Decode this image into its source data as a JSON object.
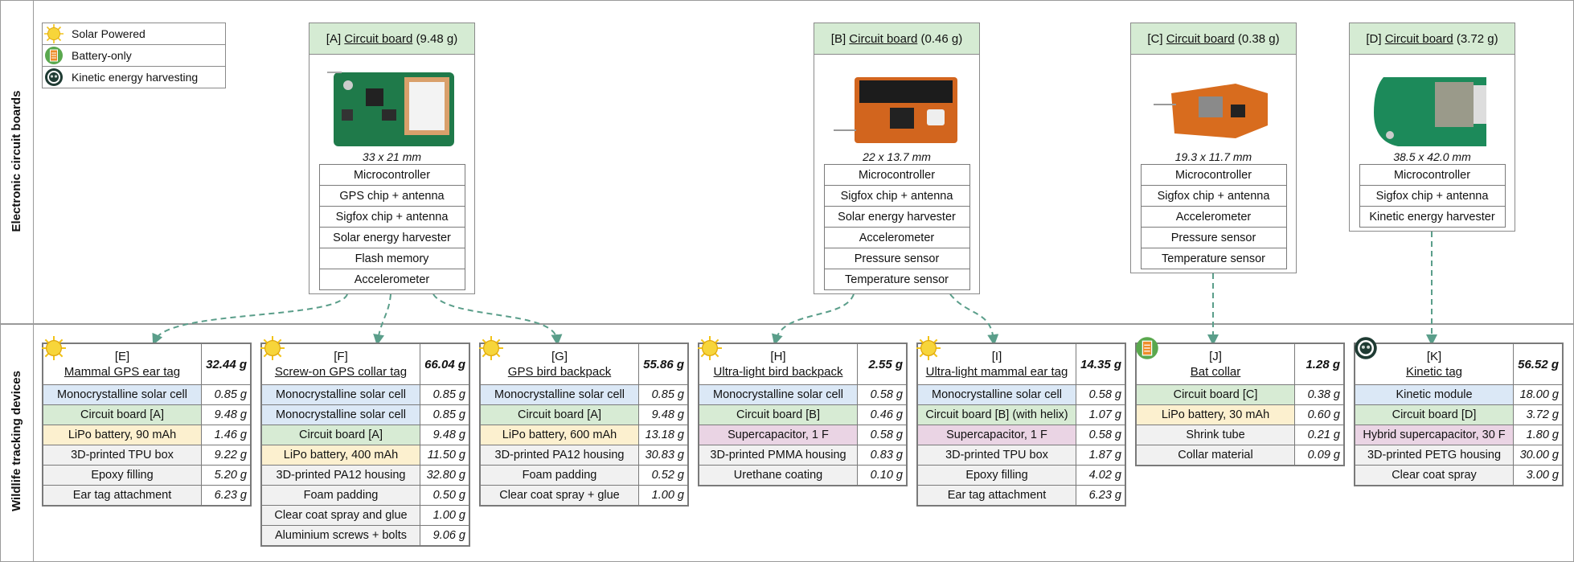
{
  "row_labels": {
    "top": "Electronic circuit boards",
    "bottom": "Wildlife tracking devices"
  },
  "legend": [
    {
      "icon": "sun-icon",
      "label": "Solar Powered"
    },
    {
      "icon": "battery-icon",
      "label": "Battery-only"
    },
    {
      "icon": "kinetic-icon",
      "label": "Kinetic energy harvesting"
    }
  ],
  "colors": {
    "green": "#d7ebd4",
    "blue": "#dbe8f6",
    "yellow": "#fcf0cf",
    "pink": "#ead4e4",
    "grey": "#f1f1f1",
    "arrow": "#5a9e8a"
  },
  "boards": [
    {
      "id": "[A]",
      "name": "Circuit board",
      "mass": "(9.48 g)",
      "dims": "33 x 21 mm",
      "components": [
        "Microcontroller",
        "GPS chip + antenna",
        "Sigfox chip + antenna",
        "Solar energy harvester",
        "Flash memory",
        "Accelerometer"
      ]
    },
    {
      "id": "[B]",
      "name": "Circuit board",
      "mass": "(0.46 g)",
      "dims": "22 x 13.7 mm",
      "components": [
        "Microcontroller",
        "Sigfox chip + antenna",
        "Solar energy harvester",
        "Accelerometer",
        "Pressure sensor",
        "Temperature sensor"
      ]
    },
    {
      "id": "[C]",
      "name": "Circuit board",
      "mass": "(0.38 g)",
      "dims": "19.3 x 11.7 mm",
      "components": [
        "Microcontroller",
        "Sigfox chip + antenna",
        "Accelerometer",
        "Pressure sensor",
        "Temperature sensor"
      ]
    },
    {
      "id": "[D]",
      "name": "Circuit board",
      "mass": "(3.72 g)",
      "dims": "38.5 x 42.0 mm",
      "components": [
        "Microcontroller",
        "Sigfox chip + antenna",
        "Kinetic energy harvester"
      ]
    }
  ],
  "devices": [
    {
      "id": "[E]",
      "name": "Mammal GPS ear tag",
      "total": "32.44 g",
      "icon": "sun-icon",
      "rows": [
        [
          "Monocrystalline solar cell",
          "0.85 g",
          "bl"
        ],
        [
          "Circuit board [A]",
          "9.48 g",
          "gr"
        ],
        [
          "LiPo battery, 90 mAh",
          "1.46 g",
          "ye"
        ],
        [
          "3D-printed TPU box",
          "9.22 g",
          "gy"
        ],
        [
          "Epoxy filling",
          "5.20 g",
          "gy"
        ],
        [
          "Ear tag attachment",
          "6.23 g",
          "gy"
        ]
      ]
    },
    {
      "id": "[F]",
      "name": "Screw-on GPS collar tag",
      "total": "66.04 g",
      "icon": "sun-icon",
      "rows": [
        [
          "Monocrystalline solar cell",
          "0.85 g",
          "bl"
        ],
        [
          "Monocrystalline solar cell",
          "0.85 g",
          "bl"
        ],
        [
          "Circuit board [A]",
          "9.48 g",
          "gr"
        ],
        [
          "LiPo battery, 400 mAh",
          "11.50 g",
          "ye"
        ],
        [
          "3D-printed PA12 housing",
          "32.80 g",
          "gy"
        ],
        [
          "Foam padding",
          "0.50 g",
          "gy"
        ],
        [
          "Clear coat spray and glue",
          "1.00 g",
          "gy"
        ],
        [
          "Aluminium screws + bolts",
          "9.06 g",
          "gy"
        ]
      ]
    },
    {
      "id": "[G]",
      "name": "GPS bird backpack",
      "total": "55.86 g",
      "icon": "sun-icon",
      "rows": [
        [
          "Monocrystalline solar cell",
          "0.85 g",
          "bl"
        ],
        [
          "Circuit board [A]",
          "9.48 g",
          "gr"
        ],
        [
          "LiPo battery, 600 mAh",
          "13.18 g",
          "ye"
        ],
        [
          "3D-printed PA12 housing",
          "30.83 g",
          "gy"
        ],
        [
          "Foam padding",
          "0.52 g",
          "gy"
        ],
        [
          "Clear coat spray + glue",
          "1.00 g",
          "gy"
        ]
      ]
    },
    {
      "id": "[H]",
      "name": "Ultra-light bird backpack",
      "total": "2.55 g",
      "icon": "sun-icon",
      "rows": [
        [
          "Monocrystalline solar cell",
          "0.58 g",
          "bl"
        ],
        [
          "Circuit board [B]",
          "0.46 g",
          "gr"
        ],
        [
          "Supercapacitor, 1 F",
          "0.58 g",
          "pk"
        ],
        [
          "3D-printed PMMA housing",
          "0.83 g",
          "gy"
        ],
        [
          "Urethane coating",
          "0.10 g",
          "gy"
        ]
      ]
    },
    {
      "id": "[I]",
      "name": "Ultra-light mammal ear tag",
      "total": "14.35 g",
      "icon": "sun-icon",
      "rows": [
        [
          "Monocrystalline solar cell",
          "0.58 g",
          "bl"
        ],
        [
          "Circuit board [B] (with helix)",
          "1.07 g",
          "gr"
        ],
        [
          "Supercapacitor, 1 F",
          "0.58 g",
          "pk"
        ],
        [
          "3D-printed TPU box",
          "1.87 g",
          "gy"
        ],
        [
          "Epoxy filling",
          "4.02 g",
          "gy"
        ],
        [
          "Ear tag attachment",
          "6.23 g",
          "gy"
        ]
      ]
    },
    {
      "id": "[J]",
      "name": "Bat collar",
      "total": "1.28 g",
      "icon": "battery-icon",
      "rows": [
        [
          "Circuit board [C]",
          "0.38 g",
          "gr"
        ],
        [
          "LiPo battery, 30 mAh",
          "0.60 g",
          "ye"
        ],
        [
          "Shrink tube",
          "0.21 g",
          "gy"
        ],
        [
          "Collar material",
          "0.09 g",
          "gy"
        ]
      ]
    },
    {
      "id": "[K]",
      "name": "Kinetic tag",
      "total": "56.52 g",
      "icon": "kinetic-icon",
      "rows": [
        [
          "Kinetic module",
          "18.00 g",
          "bl"
        ],
        [
          "Circuit board [D]",
          "3.72 g",
          "gr"
        ],
        [
          "Hybrid supercapacitor, 30 F",
          "1.80 g",
          "pk"
        ],
        [
          "3D-printed PETG housing",
          "30.00 g",
          "gy"
        ],
        [
          "Clear coat spray",
          "3.00 g",
          "gy"
        ]
      ]
    }
  ]
}
